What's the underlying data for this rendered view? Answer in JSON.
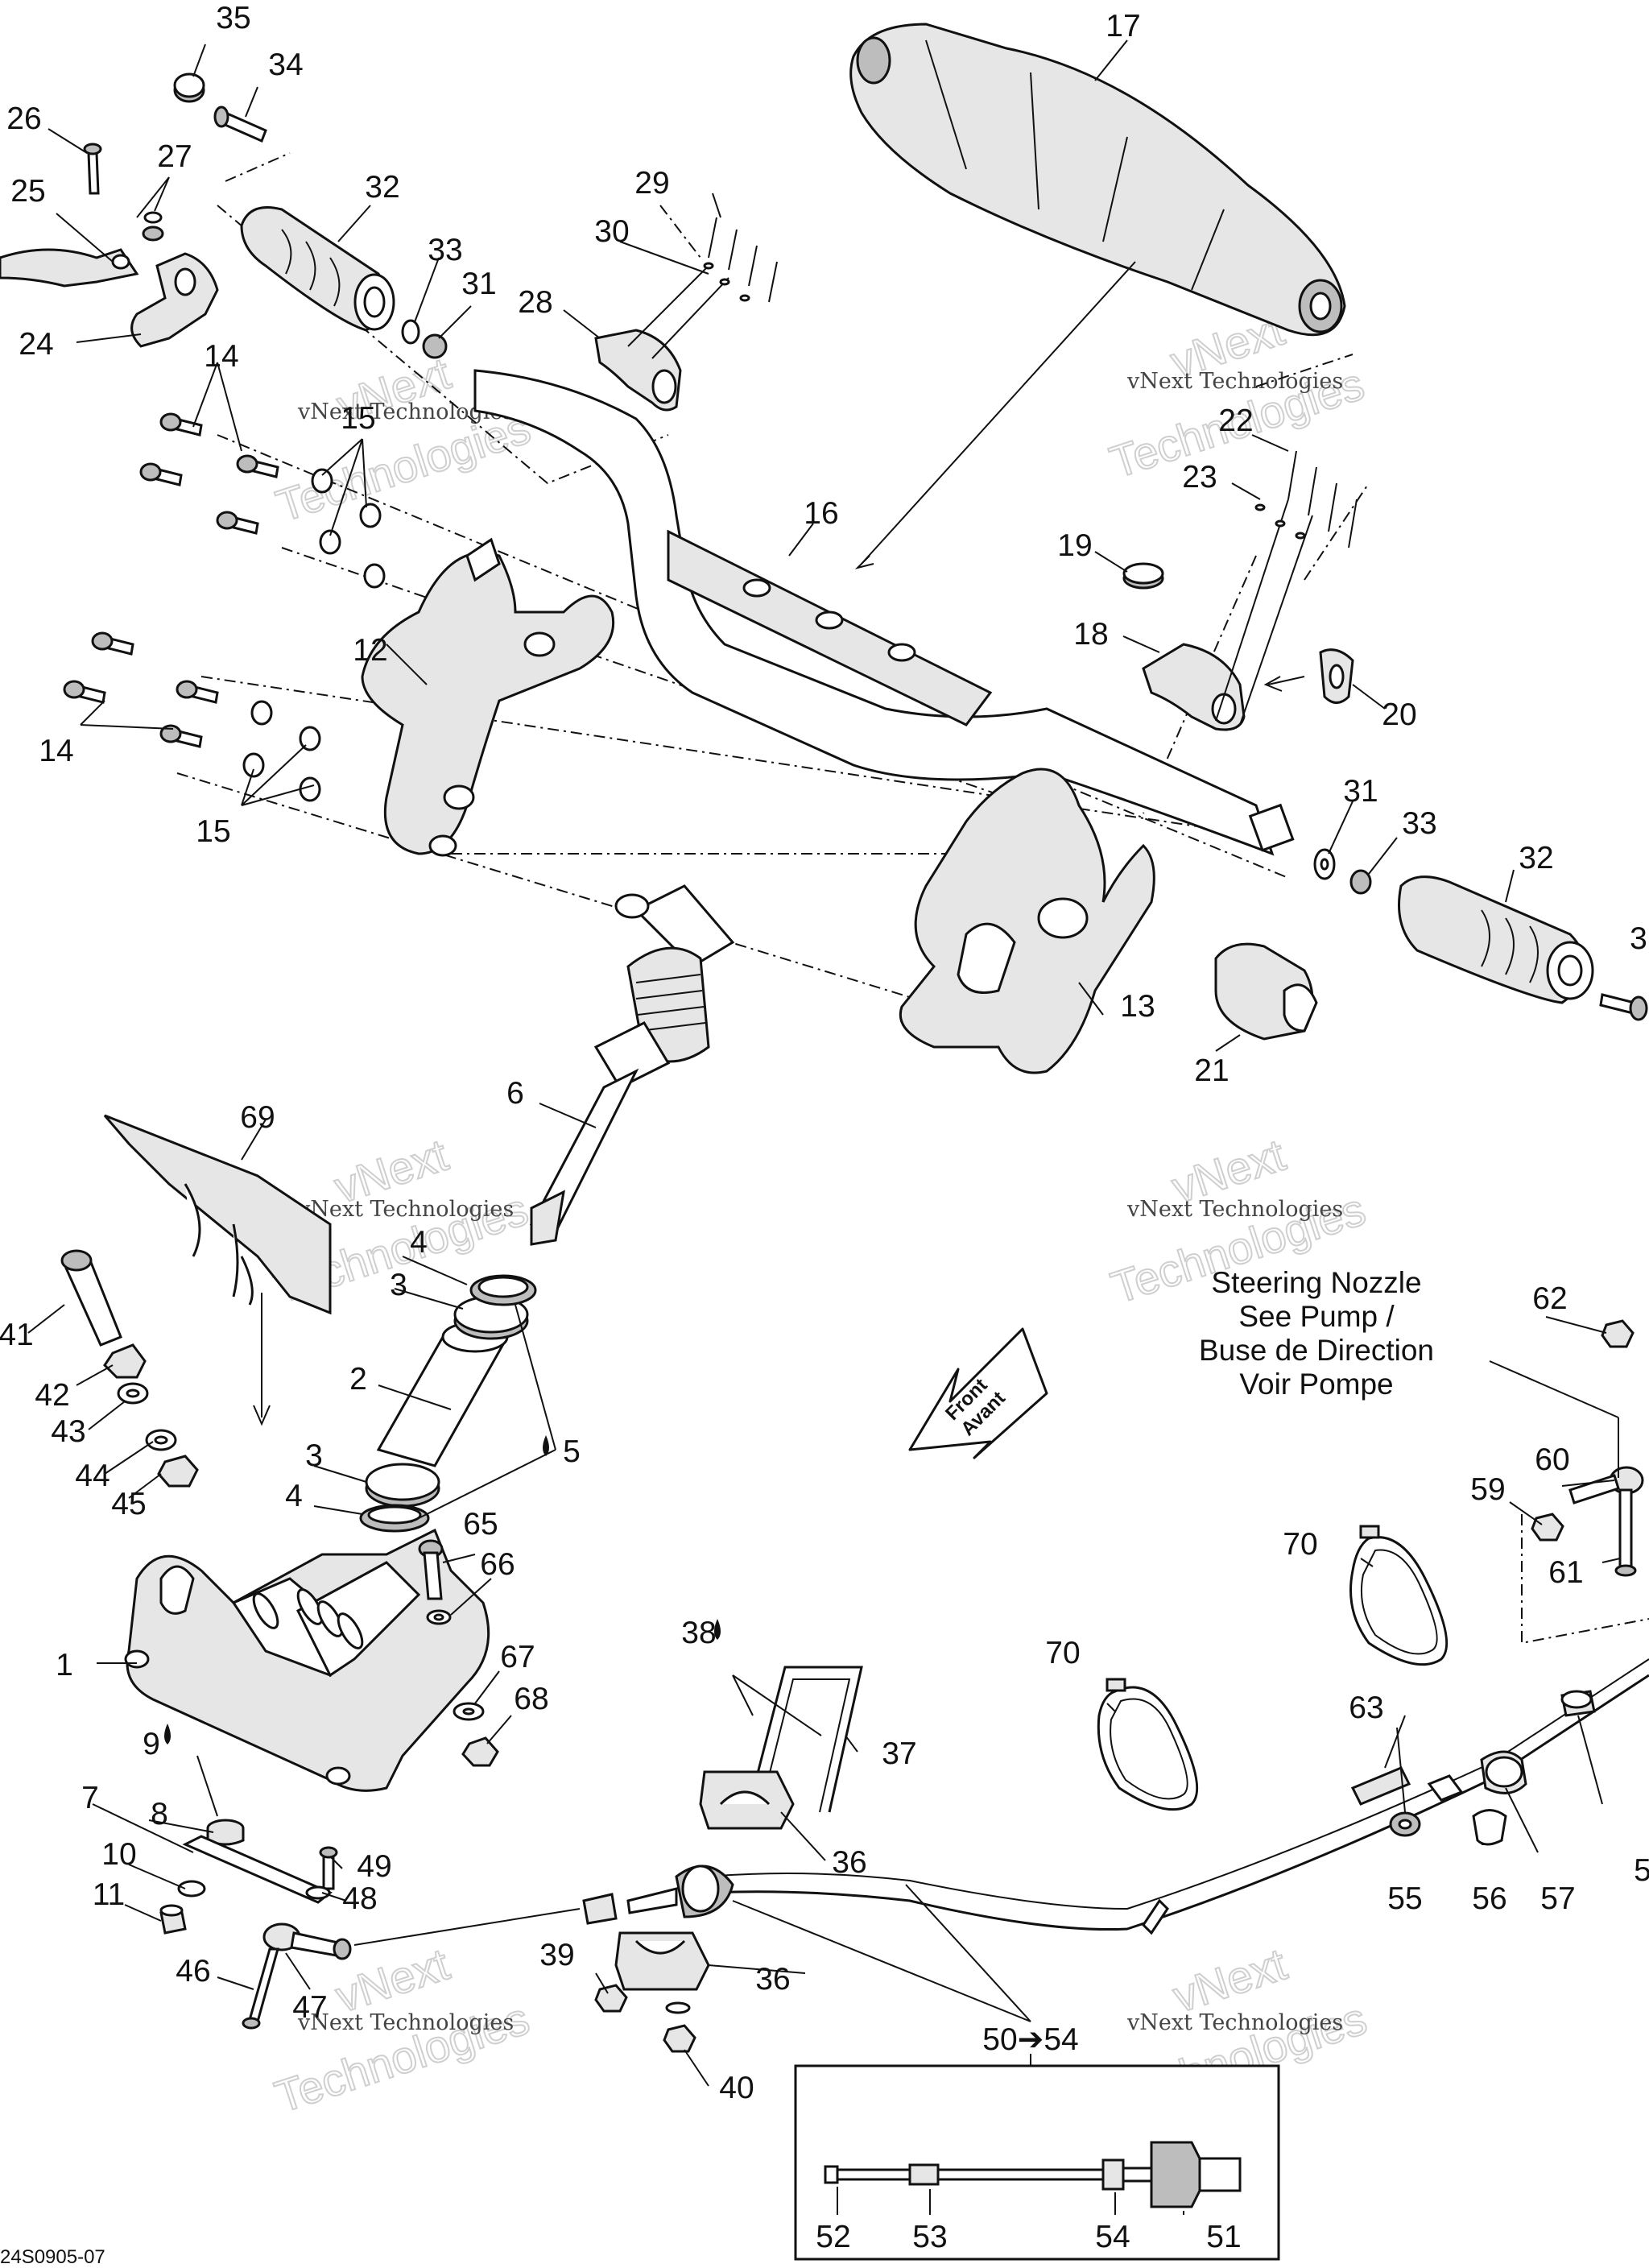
{
  "callouts": {
    "c1": "1",
    "c2": "2",
    "c3a": "3",
    "c3b": "3",
    "c4a": "4",
    "c4b": "4",
    "c5": "5",
    "c6": "6",
    "c7": "7",
    "c8": "8",
    "c9": "9",
    "c10": "10",
    "c11": "11",
    "c12": "12",
    "c13": "13",
    "c14a": "14",
    "c14b": "14",
    "c15a": "15",
    "c15b": "15",
    "c16": "16",
    "c17": "17",
    "c18": "18",
    "c19": "19",
    "c20": "20",
    "c21": "21",
    "c22": "22",
    "c23": "23",
    "c24": "24",
    "c25": "25",
    "c26": "26",
    "c27": "27",
    "c28": "28",
    "c29": "29",
    "c30": "30",
    "c31a": "31",
    "c31b": "31",
    "c32a": "32",
    "c32b": "32",
    "c33a": "33",
    "c33b": "33",
    "c34": "34",
    "c35": "35",
    "c36a": "36",
    "c36b": "36",
    "c37": "37",
    "c38": "38",
    "c39": "39",
    "c40": "40",
    "c41": "41",
    "c42": "42",
    "c43": "43",
    "c44": "44",
    "c45": "45",
    "c46": "46",
    "c47": "47",
    "c48": "48",
    "c49": "49",
    "c50to54": "50➔54",
    "c51": "51",
    "c52": "52",
    "c53": "53",
    "c54": "54",
    "c55": "55",
    "c56": "56",
    "c57": "57",
    "c59": "59",
    "c60": "60",
    "c61": "61",
    "c62": "62",
    "c63": "63",
    "c65": "65",
    "c66": "66",
    "c67": "67",
    "c68": "68",
    "c69": "69",
    "c70a": "70",
    "c70b": "70",
    "c34edge": "3",
    "c58edge": "5"
  },
  "note": {
    "line1": "Steering Nozzle",
    "line2": "See Pump /",
    "line3": "Buse de Direction",
    "line4": "Voir Pompe"
  },
  "front_arrow": {
    "line1": "Front",
    "line2": "Avant"
  },
  "watermark": {
    "small_text": "vNext Technologies",
    "big_line1": "vNext",
    "big_line2": "Technologies"
  },
  "drawing_code": "24S0905-07"
}
